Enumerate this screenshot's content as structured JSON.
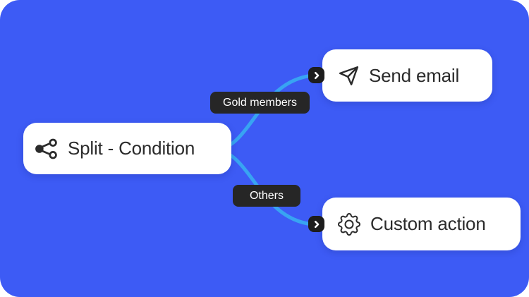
{
  "canvas": {
    "background_color": "#3D5BF5",
    "connector_color": "#38A4F2",
    "node_background": "#FFFFFF",
    "node_text_color": "#2B2B2B",
    "branch_label_background": "#262626",
    "branch_label_text_color": "#FFFFFF",
    "badge_background": "#1D1D1D"
  },
  "flow": {
    "split_node": {
      "label": "Split - Condition",
      "icon": "split-share-icon"
    },
    "branches": [
      {
        "label": "Gold members",
        "target": {
          "label": "Send email",
          "icon": "send-paper-plane-icon",
          "badge_icon": "chevron-right-icon"
        }
      },
      {
        "label": "Others",
        "target": {
          "label": "Custom action",
          "icon": "gear-icon",
          "badge_icon": "chevron-right-icon"
        }
      }
    ]
  }
}
